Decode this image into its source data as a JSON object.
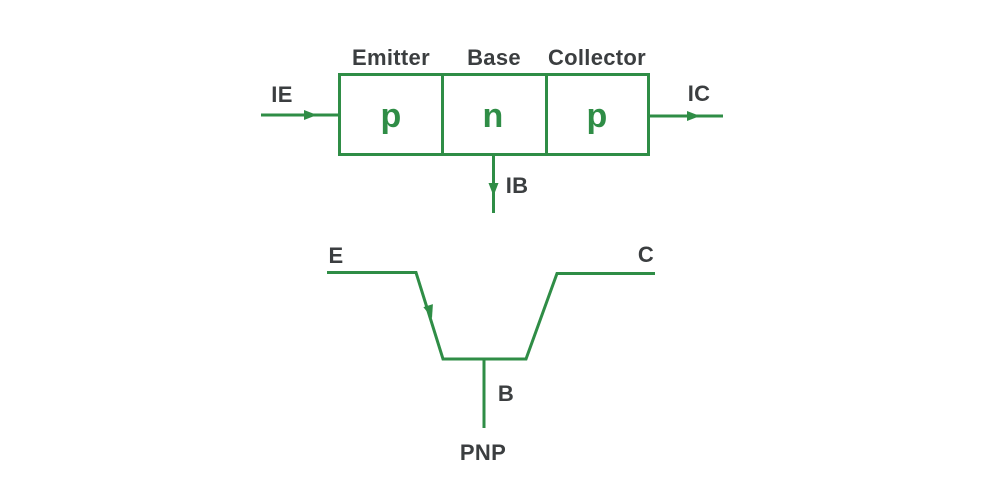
{
  "colors": {
    "green": "#2f8d46",
    "dark": "#3b3e40",
    "background": "#ffffff"
  },
  "block": {
    "region_labels": [
      "Emitter",
      "Base",
      "Collector"
    ],
    "layers": [
      "p",
      "n",
      "p"
    ],
    "current_in": "IE",
    "current_out": "IC",
    "current_base": "IB"
  },
  "symbol": {
    "emitter": "E",
    "collector": "C",
    "base": "B",
    "caption": "PNP"
  }
}
